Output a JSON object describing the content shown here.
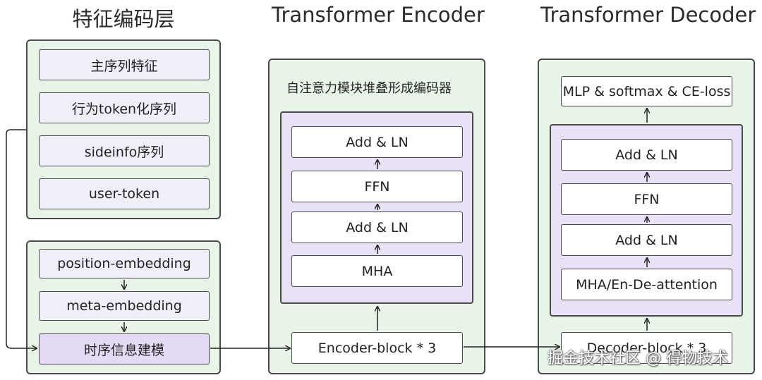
{
  "titles": {
    "feature": "特征编码层",
    "encoder": "Transformer Encoder",
    "decoder": "Transformer Decoder"
  },
  "feature_top": [
    "主序列特征",
    "行为token化序列",
    "sideinfo序列",
    "user-token"
  ],
  "feature_bottom": [
    "position-embedding",
    "meta-embedding",
    "时序信息建模"
  ],
  "encoder": {
    "caption": "自注意力模块堆叠形成编码器",
    "layers": [
      "Add & LN",
      "FFN",
      "Add & LN",
      "MHA"
    ],
    "block": "Encoder-block * 3"
  },
  "decoder": {
    "head": "MLP & softmax & CE-loss",
    "layers": [
      "Add & LN",
      "FFN",
      "Add & LN",
      "MHA/En-De-attention"
    ],
    "block": "Decoder-block * 3"
  },
  "watermark": "掘金技术社区 @ 得物技术",
  "colors": {
    "panel_green": "#e8f4e8",
    "inner_purple": "#e9e1f6",
    "box_blue": "#eeeff8",
    "box_purple": "#e4daf5",
    "stroke": "#4a4a4a"
  }
}
